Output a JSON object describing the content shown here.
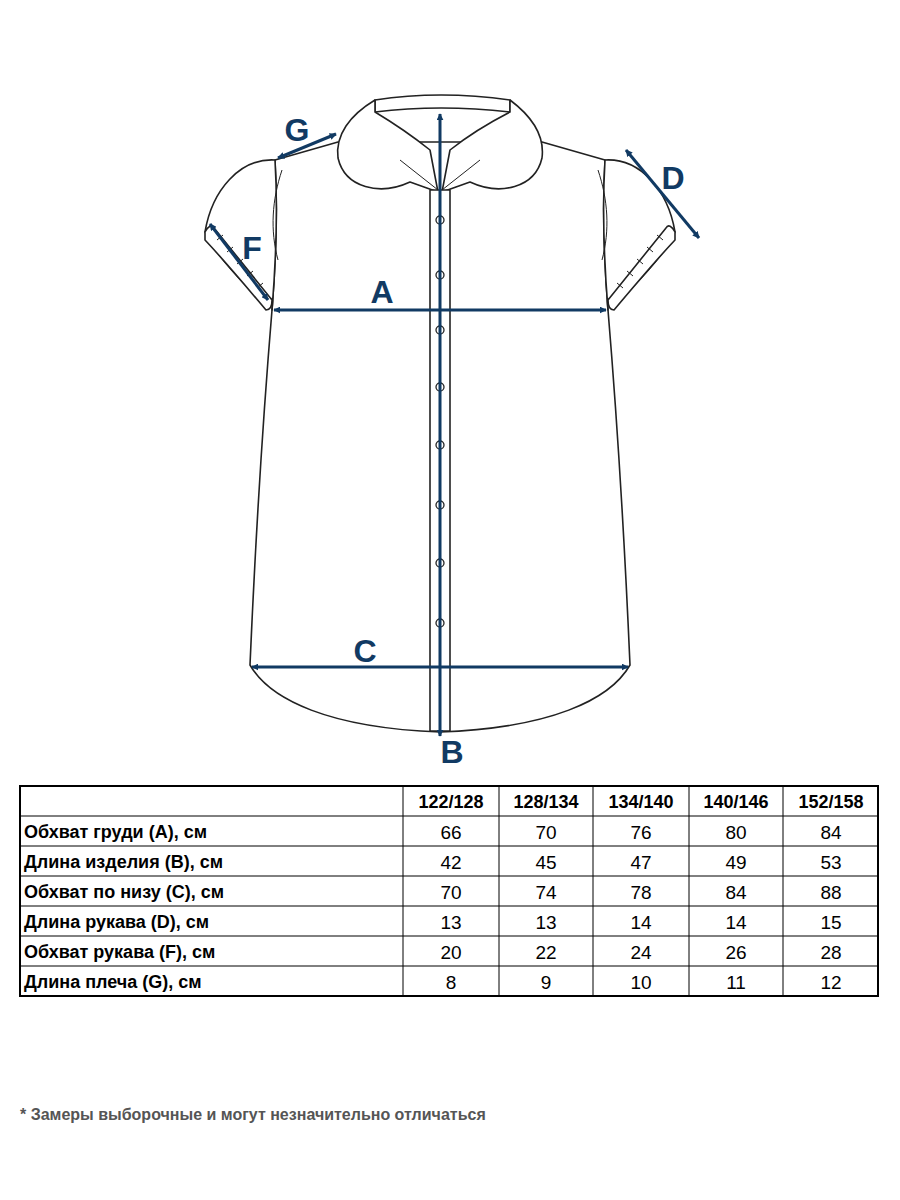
{
  "diagram": {
    "labels": [
      "G",
      "D",
      "F",
      "A",
      "C",
      "B",
      "122/128",
      "128/134",
      "134/140",
      "140/146",
      "152/158",
      "Обхват груди (A), см",
      "66",
      "70",
      "76",
      "80",
      "84",
      "Длина изделия (B), см",
      "42",
      "45",
      "47",
      "49",
      "53",
      "Обхват по низу (C), см",
      "70",
      "74",
      "78",
      "84",
      "88",
      "Длина рукава (D), см",
      "13",
      "13",
      "14",
      "14",
      "15",
      "Обхват рукава (F), см",
      "20",
      "22",
      "24",
      "26",
      "28",
      "Длина плеча (G), см",
      "8",
      "9",
      "10",
      "11",
      "12",
      "* Замеры выборочные и могут незначительно отличаться"
    ]
  }
}
